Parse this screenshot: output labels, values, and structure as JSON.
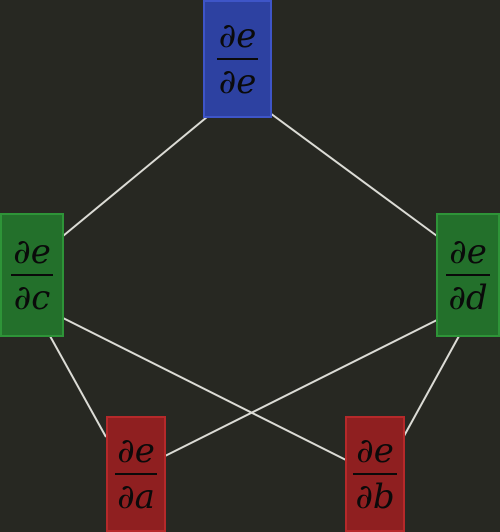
{
  "colors": {
    "background": "#272822",
    "edge": "#dcdcd6",
    "blue_fill": "#2d41a1",
    "blue_border": "#3e55c8",
    "green_fill": "#23702b",
    "green_border": "#2e9438",
    "red_fill": "#8f1f20",
    "red_border": "#b5292a"
  },
  "nodes": {
    "e": {
      "numerator": "∂e",
      "denominator": "∂e",
      "color": "blue"
    },
    "c": {
      "numerator": "∂e",
      "denominator": "∂c",
      "color": "green"
    },
    "d": {
      "numerator": "∂e",
      "denominator": "∂d",
      "color": "green"
    },
    "a": {
      "numerator": "∂e",
      "denominator": "∂a",
      "color": "red"
    },
    "b": {
      "numerator": "∂e",
      "denominator": "∂b",
      "color": "red"
    }
  },
  "edges": [
    {
      "from": "e",
      "to": "c"
    },
    {
      "from": "e",
      "to": "d"
    },
    {
      "from": "c",
      "to": "a"
    },
    {
      "from": "c",
      "to": "b"
    },
    {
      "from": "d",
      "to": "a"
    },
    {
      "from": "d",
      "to": "b"
    }
  ]
}
